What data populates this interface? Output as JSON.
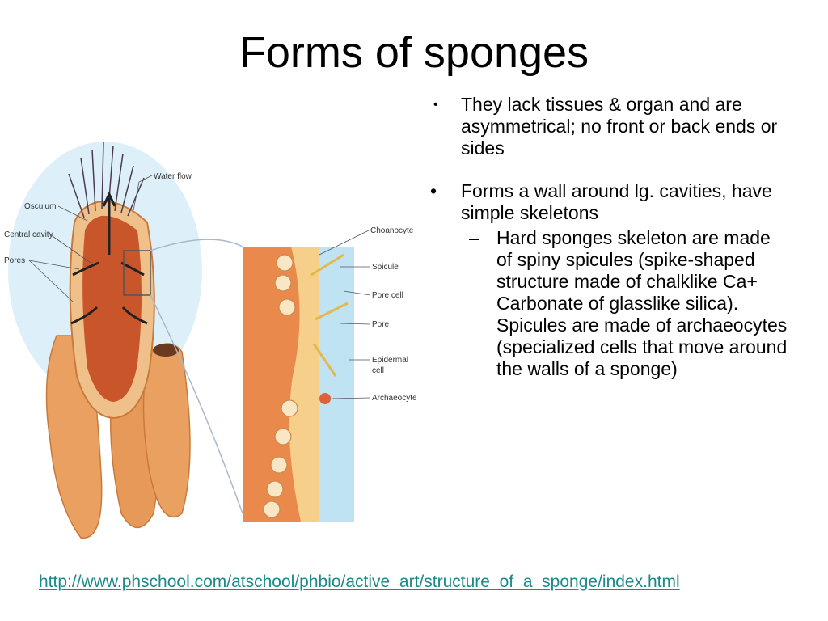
{
  "slide": {
    "title": "Forms of sponges",
    "bullets": [
      "They lack tissues & organ and are asymmetrical; no front or back ends or sides",
      "Forms a wall around lg. cavities, have simple skeletons"
    ],
    "sub_bullet": "Hard sponges skeleton are made of spiny spicules (spike-shaped structure made of chalklike Ca+ Carbonate of glasslike silica). Spicules are made of archaeocytes (specialized cells that move around the walls of a sponge)",
    "link": "http://www.phschool.com/atschool/phbio/active_art/structure_of_a_sponge/index.html"
  },
  "diagram": {
    "labels": {
      "water_flow": "Water flow",
      "osculum": "Osculum",
      "central_cavity": "Central cavity",
      "pores": "Pores",
      "choanocyte": "Choanocyte",
      "spicule": "Spicule",
      "pore_cell": "Pore cell",
      "pore": "Pore",
      "epidermal_cell_1": "Epidermal",
      "epidermal_cell_2": "cell",
      "archaeocyte": "Archaeocyte"
    }
  },
  "colors": {
    "accent_link": "#1a8a8a",
    "sponge_body": "#e8914a",
    "cavity": "#c9552b",
    "water_blue": "#bfe3f2"
  }
}
